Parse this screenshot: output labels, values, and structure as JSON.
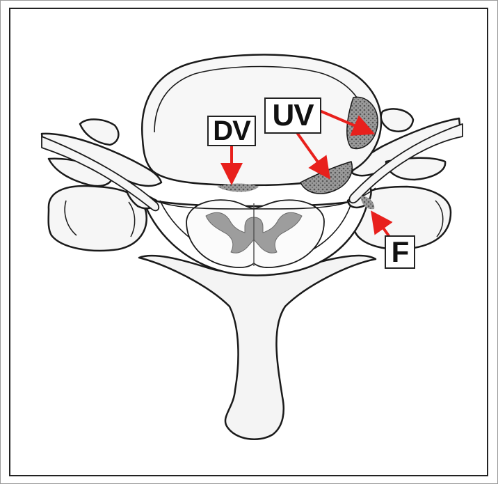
{
  "labels": {
    "dv": "DV",
    "uv": "UV",
    "f": "F"
  },
  "colors": {
    "arrow": "#e8201c",
    "line": "#1a1a1a",
    "shade": "#8a8a8a",
    "fill": "#f2f2f2"
  }
}
